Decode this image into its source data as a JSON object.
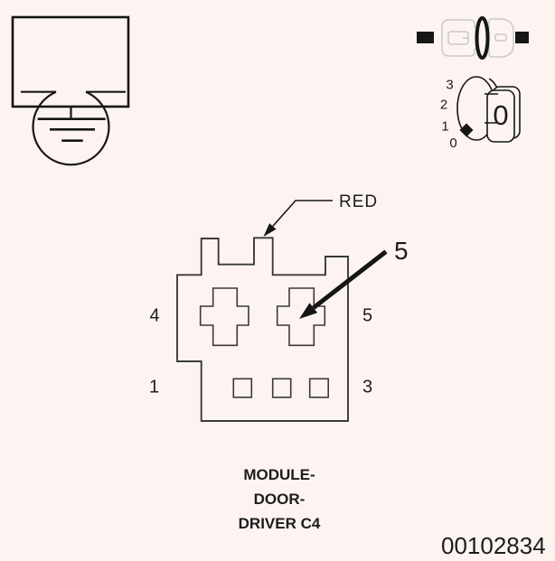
{
  "colors": {
    "background": "#fdf4f2",
    "line": "#2e2e2e",
    "dark_fill": "#161616",
    "pale_outline": "#c9c9c9",
    "text": "#1c1c1c"
  },
  "icons": {
    "lamp_ground": "lamp-with-ground-symbol",
    "inline_connector": "disconnected-inline-connector-symbol",
    "rotary_dial": "rotary-dial-meter-symbol"
  },
  "dial": {
    "scale_labels": [
      "3",
      "2",
      "1",
      "0"
    ],
    "knob_label": "0"
  },
  "connector": {
    "wire_label": "RED",
    "callout_label": "5",
    "pin_labels": [
      "4",
      "5",
      "1",
      "3"
    ],
    "caption_lines": [
      "MODULE-",
      "DOOR-",
      "DRIVER C4"
    ]
  },
  "figure_number": "00102834"
}
